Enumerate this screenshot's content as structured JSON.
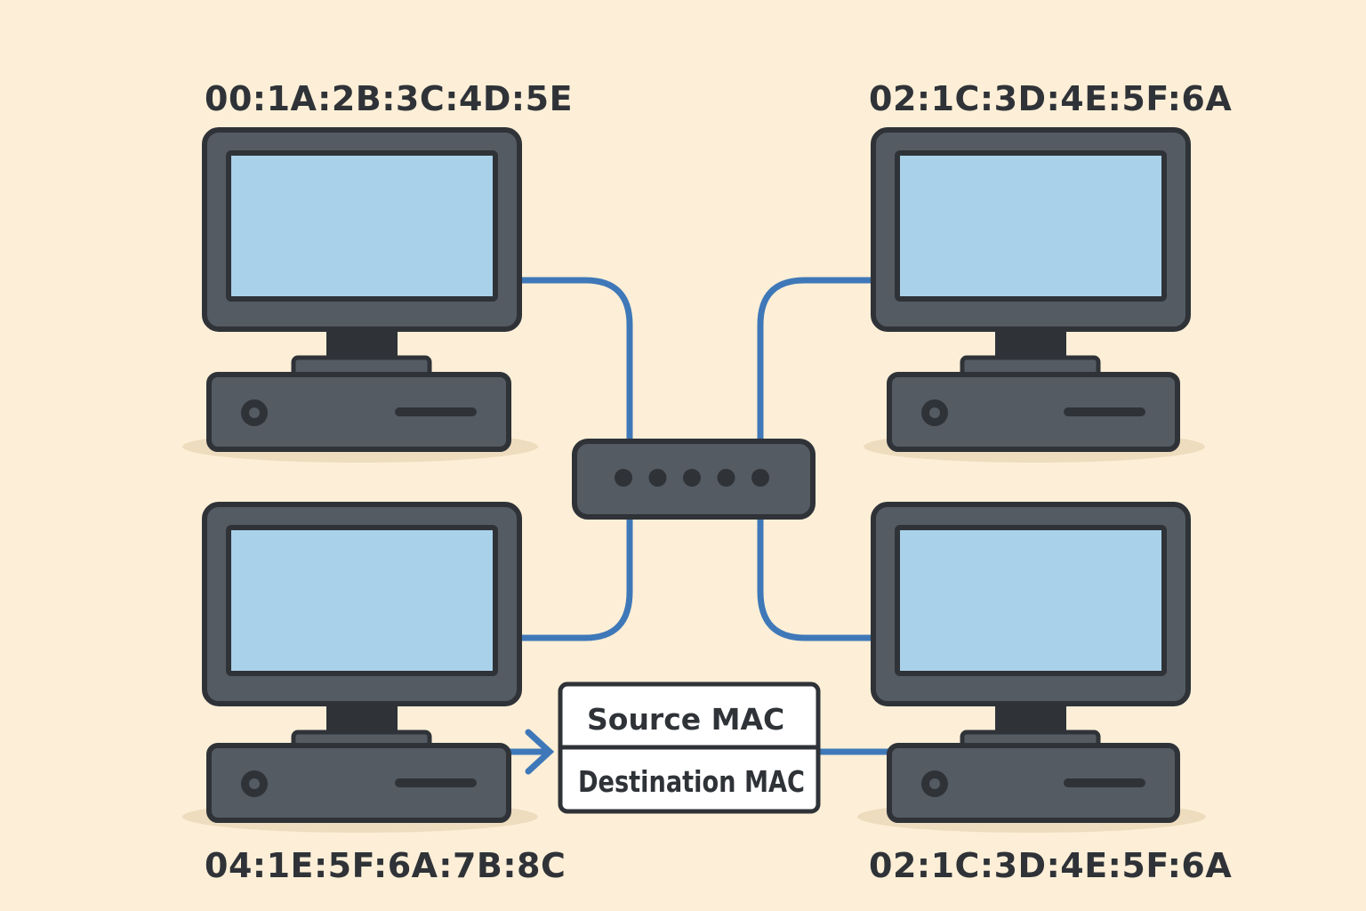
{
  "colors": {
    "background": "#fdefd7",
    "device_dark": "#2f3338",
    "device_body": "#545b63",
    "screen": "#a9d2ea",
    "cable": "#3f78b8",
    "shadow": "#eedcbe",
    "frame_fill": "#ffffff"
  },
  "hosts": [
    {
      "id": "top-left",
      "mac": "00:1A:2B:3C:4D:5E",
      "icon": "desktop-computer-icon"
    },
    {
      "id": "top-right",
      "mac": "02:1C:3D:4E:5F:6A",
      "icon": "desktop-computer-icon"
    },
    {
      "id": "bottom-left",
      "mac": "04:1E:5F:6A:7B:8C",
      "icon": "desktop-computer-icon"
    },
    {
      "id": "bottom-right",
      "mac": "02:1C:3D:4E:5F:6A",
      "icon": "desktop-computer-icon"
    }
  ],
  "switch": {
    "icon": "network-switch-icon",
    "port_count": 5
  },
  "frame": {
    "source_label": "Source MAC",
    "destination_label": "Destination MAC"
  }
}
